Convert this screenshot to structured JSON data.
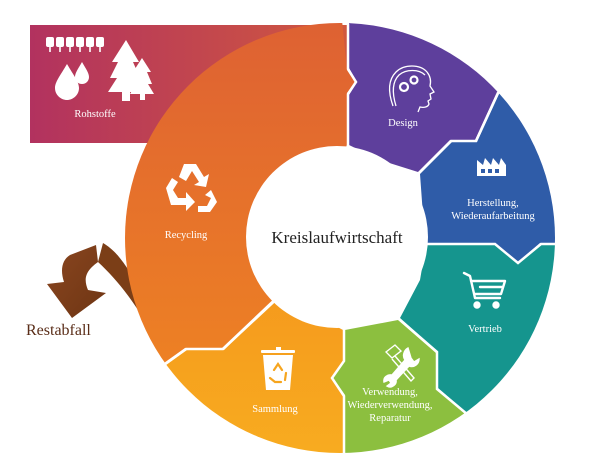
{
  "diagram": {
    "title": "Kreislaufwirtschaft",
    "outside_items": {
      "raw_materials": {
        "label": "Rohstoffe",
        "color": "#b5365e"
      },
      "residual_waste": {
        "label": "Restabfall",
        "color": "#7b3e17"
      }
    },
    "cycle_segments": [
      {
        "id": "design",
        "label": "Design",
        "icon": "head-with-gears-icon",
        "color": "#5e3f9c"
      },
      {
        "id": "manufacturing",
        "label": "Herstellung,\nWiederaufarbeitung",
        "line1": "Herstellung,",
        "line2": "Wiederaufarbeitung",
        "icon": "factory-icon",
        "color": "#2f5ca8"
      },
      {
        "id": "distribution",
        "label": "Vertrieb",
        "icon": "shopping-cart-icon",
        "color": "#15958e"
      },
      {
        "id": "use",
        "label": "Verwendung,\nWiederverwendung,\nReparatur",
        "line1": "Verwendung,",
        "line2": "Wiederverwendung,",
        "line3": "Reparatur",
        "icon": "wrench-hammer-icon",
        "color": "#8cbf3f"
      },
      {
        "id": "collection",
        "label": "Sammlung",
        "icon": "recycling-bin-icon",
        "color": "#f6a51e"
      },
      {
        "id": "recycling",
        "label": "Recycling",
        "icon": "recycle-icon",
        "color": "#e8702a"
      }
    ]
  }
}
